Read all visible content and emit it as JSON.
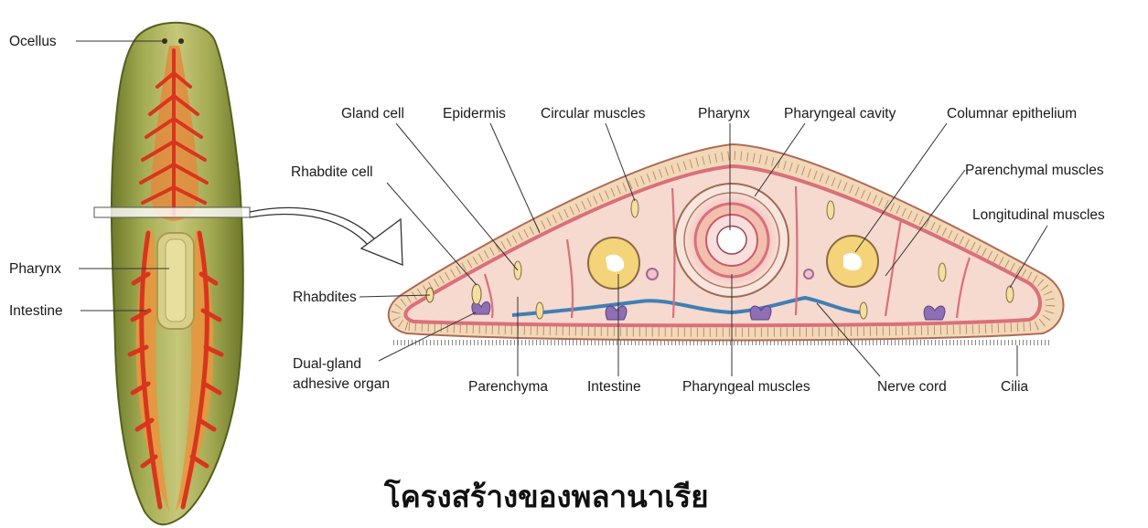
{
  "left_labels": {
    "ocellus": "Ocellus",
    "pharynx": "Pharynx",
    "intestine": "Intestine"
  },
  "section_labels": {
    "gland_cell": "Gland cell",
    "epidermis": "Epidermis",
    "circular_muscles": "Circular muscles",
    "pharynx": "Pharynx",
    "pharyngeal_cavity": "Pharyngeal cavity",
    "columnar_epithelium": "Columnar epithelium",
    "rhabdite_cell": "Rhabdite cell",
    "parenchymal_muscles": "Parenchymal muscles",
    "longitudinal_muscles": "Longitudinal muscles",
    "rhabdites": "Rhabdites",
    "dual_gland_line1": "Dual-gland",
    "dual_gland_line2": "adhesive organ",
    "parenchyma": "Parenchyma",
    "intestine": "Intestine",
    "pharyngeal_muscles": "Pharyngeal muscles",
    "nerve_cord": "Nerve cord",
    "cilia": "Cilia"
  },
  "caption": "โครงสร้างของพลานาเรีย",
  "colors": {
    "body_green": "#8f9a3f",
    "gut_red": "#d8351e",
    "gut_orange": "#f2973a",
    "section_fill": "#f6d9cf",
    "epidermis": "#f1d9b8",
    "muscle_pink": "#d9707a",
    "nerve_blue": "#3f7fb6",
    "gland_purple": "#8e6fb4"
  },
  "icons": [
    "planarian-body-illustration",
    "cross-section-illustration",
    "curved-arrow-icon"
  ]
}
